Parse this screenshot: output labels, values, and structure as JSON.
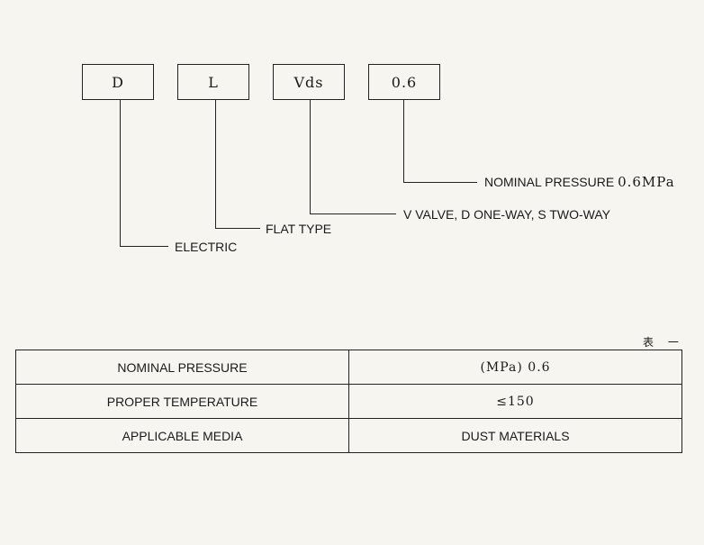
{
  "code_boxes": [
    "D",
    "L",
    "Vds",
    "0.6"
  ],
  "labels": {
    "electric": "ELECTRIC",
    "flat_type": "FLAT TYPE",
    "valve_type": "V VALVE, D ONE-WAY, S TWO-WAY",
    "nominal_pressure": "NOMINAL PRESSURE",
    "nominal_pressure_value": "0.6MPa"
  },
  "table_tag": "表 一",
  "table": {
    "rows": [
      {
        "name": "NOMINAL PRESSURE",
        "value": "(MPa) 0.6"
      },
      {
        "name": "PROPER TEMPERATURE",
        "value": "≤150"
      },
      {
        "name": "APPLICABLE MEDIA",
        "value": "DUST MATERIALS"
      }
    ]
  }
}
